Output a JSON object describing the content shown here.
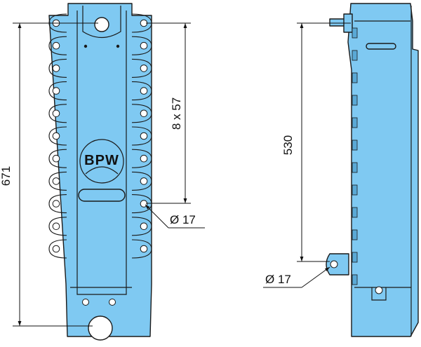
{
  "colors": {
    "part_fill": "#7fc9f2",
    "part_stroke": "#1a1a1a",
    "dimension_line": "#111111",
    "background": "#ffffff"
  },
  "logo": {
    "text": "BPW"
  },
  "dimensions": {
    "overall_height": "671",
    "hole_pitch": "8 x 57",
    "front_hole_diameter": "Ø 17",
    "side_height": "530",
    "side_hole_diameter": "Ø 17"
  }
}
